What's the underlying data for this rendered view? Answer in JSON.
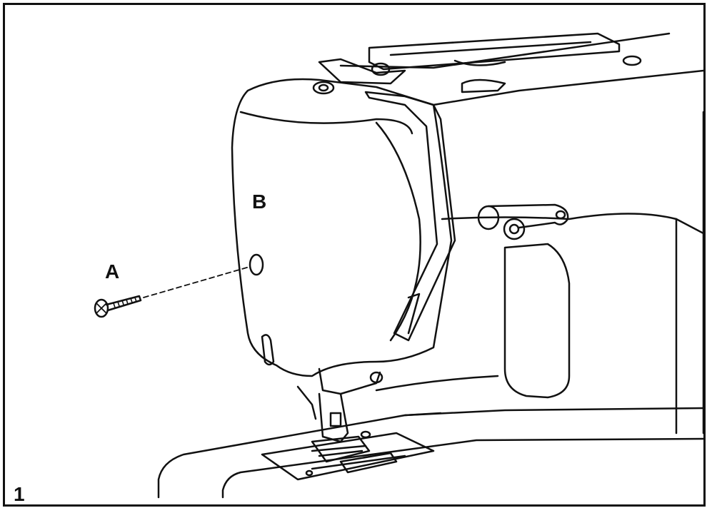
{
  "figure": {
    "number": "1",
    "callouts": {
      "a": "A",
      "b": "B"
    }
  },
  "colors": {
    "line": "#111111",
    "background": "#ffffff"
  }
}
